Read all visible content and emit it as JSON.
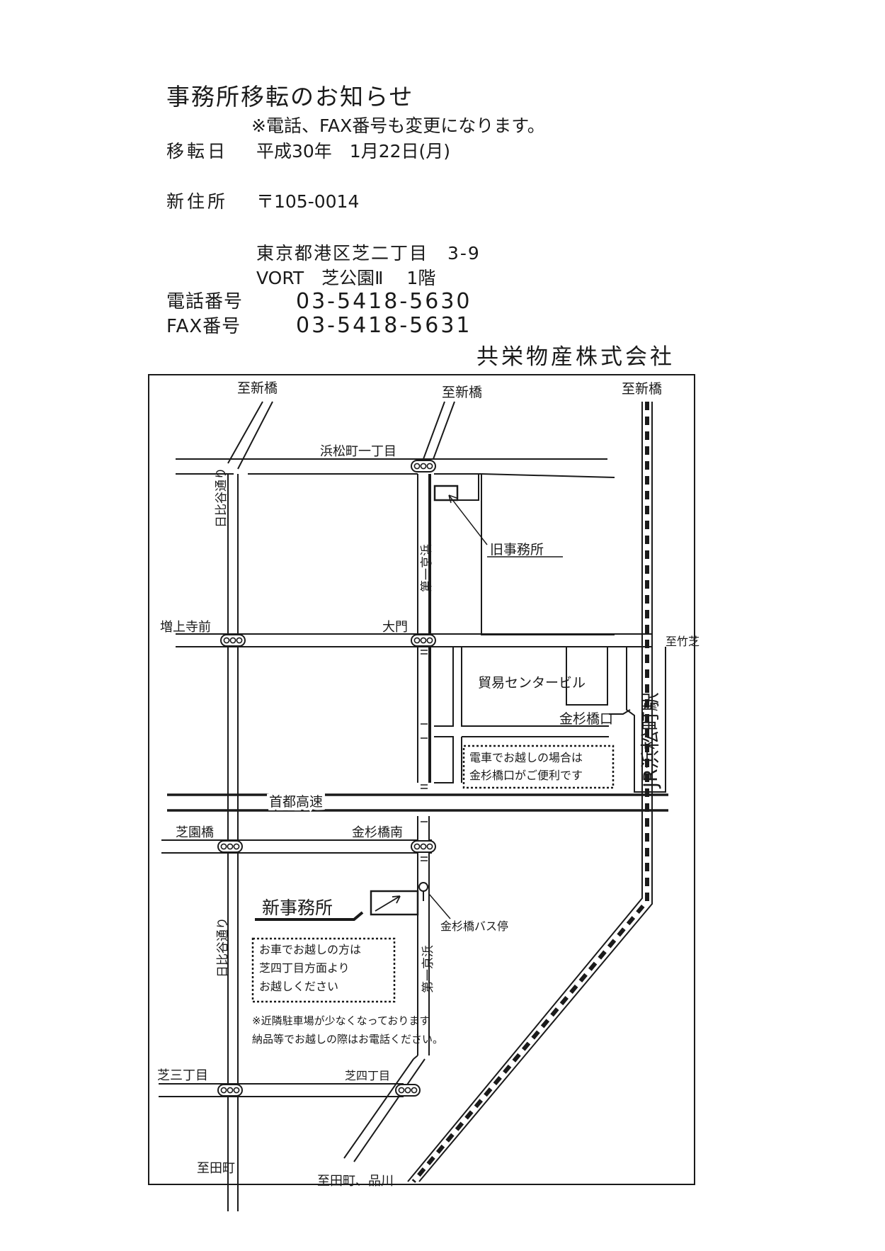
{
  "header": {
    "title": "事務所移転のお知らせ",
    "note": "※電話、FAX番号も変更になります。",
    "move_date_label": "移転日",
    "move_date_value": "平成30年　1月22日(月)",
    "address_label": "新住所",
    "postal": "〒105-0014",
    "address_line1": "東京都港区芝二丁目　3-9",
    "address_line2": "VORT　芝公園Ⅱ　 1階",
    "phone_label": "電話番号",
    "phone_value": "03-5418-5630",
    "fax_label": "FAX番号",
    "fax_value": "03-5418-5631",
    "company": "共栄物産株式会社"
  },
  "map": {
    "to_shinbashi_left": "至新橋",
    "to_shinbashi_center": "至新橋",
    "to_shinbashi_right": "至新橋",
    "hamamatsucho_1chome": "浜松町一丁目",
    "old_office": "旧事務所",
    "hibiya_dori_upper": "日比谷通り",
    "daiichi_keihin_upper": "第一京浜",
    "zojoji_mae": "増上寺前",
    "daimon": "大門",
    "to_takeshiba": "至竹芝",
    "trade_center": "貿易センタービル",
    "kanasugibashi_exit": "金杉橋口",
    "jr_station": "JR浜松町駅",
    "train_note_line1": "電車でお越しの場合は",
    "train_note_line2": "金杉橋口がご便利です",
    "expressway": "首都高速",
    "shibazonobashi": "芝園橋",
    "kanasugibashi_minami": "金杉橋南",
    "new_office": "新事務所",
    "bus_stop": "金杉橋バス停",
    "car_note_line1": "お車でお越しの方は",
    "car_note_line2": "芝四丁目方面より",
    "car_note_line3": "お越しください",
    "hibiya_dori_lower": "日比谷通り",
    "daiichi_keihin_lower": "第一京浜",
    "parking_note_line1": "※近隣駐車場が少なくなっております",
    "parking_note_line2": "納品等でお越しの際はお電話ください。",
    "shiba_3chome": "芝三丁目",
    "shiba_4chome": "芝四丁目",
    "to_tamachi": "至田町",
    "to_tamachi_shinagawa": "至田町、品川"
  }
}
